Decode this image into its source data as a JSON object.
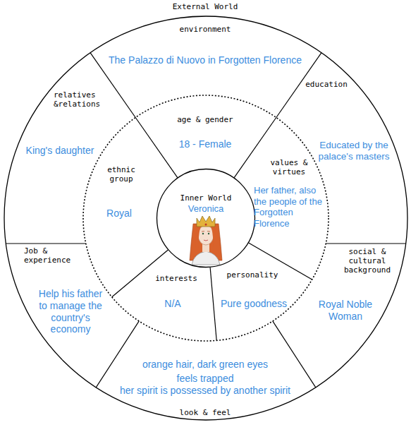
{
  "diagram": {
    "nodes": [
      {
        "text": [
          "External World"
        ]
      },
      {
        "text": [
          "environment",
          "The Palazzo di Nuovo in Forgotten Florence"
        ],
        "in": 0
      },
      {
        "text": [
          "relatives &relations",
          "King's daughter"
        ],
        "in": 0
      },
      {
        "text": [
          "education",
          "Educated by the palace's masters"
        ],
        "in": 0
      },
      {
        "text": [
          "age & gender",
          "18 - Female"
        ],
        "in": 0
      },
      {
        "text": [
          "ethnic group",
          "Royal"
        ],
        "in": 0
      },
      {
        "text": [
          "Inner World",
          "Veronica"
        ],
        "in": 0
      },
      {
        "text": [
          "values & virtues",
          "Her father, also the people of the Forgotten Florence"
        ],
        "in": 0
      },
      {
        "text": [
          "Job & experience",
          "Help his father to manage the country's economy"
        ],
        "in": 0
      },
      {
        "text": [
          "social & cultural background",
          "Royal Noble Woman"
        ],
        "in": 0
      },
      {
        "text": [
          "interests",
          "N/A"
        ],
        "in": 0
      },
      {
        "text": [
          "personality",
          "Pure goodness"
        ],
        "in": 0
      },
      {
        "text": [
          "look & feel",
          "orange hair, dark green eyes",
          "feels trapped",
          "her spirit is possessed by another spirit"
        ],
        "in": 0
      }
    ]
  }
}
